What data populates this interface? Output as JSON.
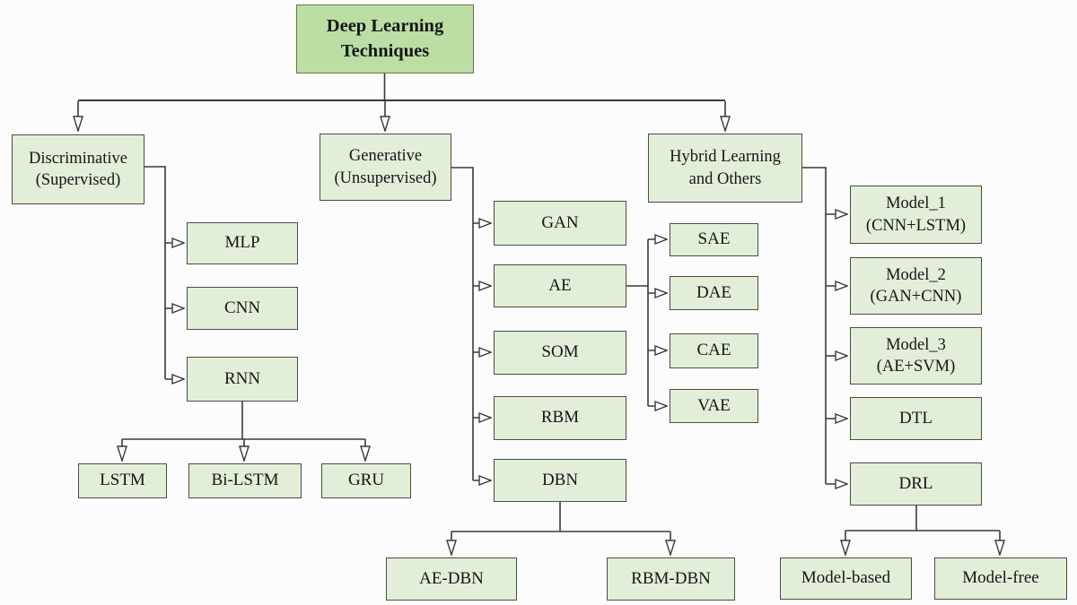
{
  "nodes": {
    "root": {
      "line1": "Deep Learning",
      "line2": "Techniques"
    },
    "discriminative": {
      "line1": "Discriminative",
      "line2": "(Supervised)"
    },
    "generative": {
      "line1": "Generative",
      "line2": "(Unsupervised)"
    },
    "hybrid": {
      "line1": "Hybrid Learning",
      "line2": "and Others"
    },
    "mlp": {
      "label": "MLP"
    },
    "cnn": {
      "label": "CNN"
    },
    "rnn": {
      "label": "RNN"
    },
    "lstm": {
      "label": "LSTM"
    },
    "bilstm": {
      "label": "Bi-LSTM"
    },
    "gru": {
      "label": "GRU"
    },
    "gan": {
      "label": "GAN"
    },
    "ae": {
      "label": "AE"
    },
    "som": {
      "label": "SOM"
    },
    "rbm": {
      "label": "RBM"
    },
    "dbn": {
      "label": "DBN"
    },
    "sae": {
      "label": "SAE"
    },
    "dae": {
      "label": "DAE"
    },
    "cae": {
      "label": "CAE"
    },
    "vae": {
      "label": "VAE"
    },
    "aedbn": {
      "label": "AE-DBN"
    },
    "rbmdbn": {
      "label": "RBM-DBN"
    },
    "model1": {
      "line1": "Model_1",
      "line2": "(CNN+LSTM)"
    },
    "model2": {
      "line1": "Model_2",
      "line2": "(GAN+CNN)"
    },
    "model3": {
      "line1": "Model_3",
      "line2": "(AE+SVM)"
    },
    "dtl": {
      "label": "DTL"
    },
    "drl": {
      "label": "DRL"
    },
    "modelbased": {
      "label": "Model-based"
    },
    "modelfree": {
      "label": "Model-free"
    }
  },
  "hierarchy": {
    "Deep Learning Techniques": [
      "Discriminative (Supervised)",
      "Generative (Unsupervised)",
      "Hybrid Learning and Others"
    ],
    "Discriminative (Supervised)": [
      "MLP",
      "CNN",
      "RNN"
    ],
    "RNN": [
      "LSTM",
      "Bi-LSTM",
      "GRU"
    ],
    "Generative (Unsupervised)": [
      "GAN",
      "AE",
      "SOM",
      "RBM",
      "DBN"
    ],
    "AE": [
      "SAE",
      "DAE",
      "CAE",
      "VAE"
    ],
    "DBN": [
      "AE-DBN",
      "RBM-DBN"
    ],
    "Hybrid Learning and Others": [
      "Model_1 (CNN+LSTM)",
      "Model_2 (GAN+CNN)",
      "Model_3 (AE+SVM)",
      "DTL",
      "DRL"
    ],
    "DRL": [
      "Model-based",
      "Model-free"
    ]
  },
  "colors": {
    "background": "#fcfcfc",
    "root_fill": "#bcdda3",
    "root_border": "#5c7a4e",
    "node_fill": "#e3eed8",
    "node_border": "#474f41",
    "connector": "#3a3a3a"
  }
}
